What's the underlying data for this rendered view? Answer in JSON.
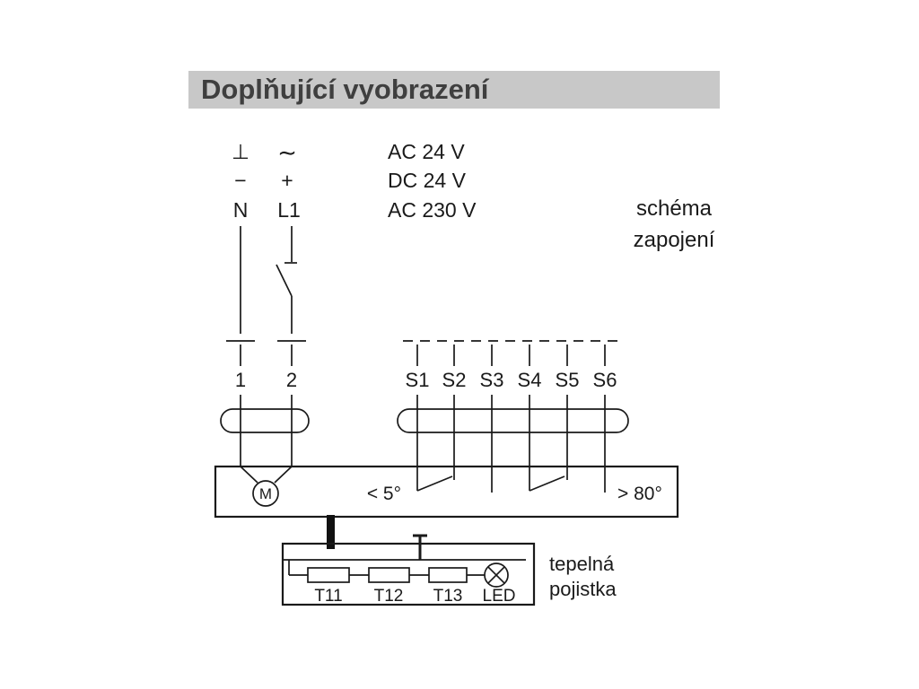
{
  "title": "Doplňující vyobrazení",
  "legend": {
    "rows": [
      {
        "left": "⊥",
        "right": "∼",
        "voltage": "AC 24 V"
      },
      {
        "left": "−",
        "right": "+",
        "voltage": "DC 24 V"
      },
      {
        "left": "N",
        "right": "L1",
        "voltage": "AC 230 V"
      }
    ],
    "caption": {
      "line1": "schéma",
      "line2": "zapojení"
    }
  },
  "terminals": {
    "power": [
      "1",
      "2"
    ],
    "aux": [
      "S1",
      "S2",
      "S3",
      "S4",
      "S5",
      "S6"
    ]
  },
  "actuator": {
    "motor": "M",
    "angle_low": "< 5°",
    "angle_high": "> 80°"
  },
  "fuse_unit": {
    "components": [
      "T11",
      "T12",
      "T13",
      "LED"
    ],
    "caption": {
      "line1": "tepelná",
      "line2": "pojistka"
    }
  },
  "colors": {
    "line": "#1a1a1a",
    "title_bg": "#c8c8c8",
    "title_text": "#3f3f3f"
  }
}
